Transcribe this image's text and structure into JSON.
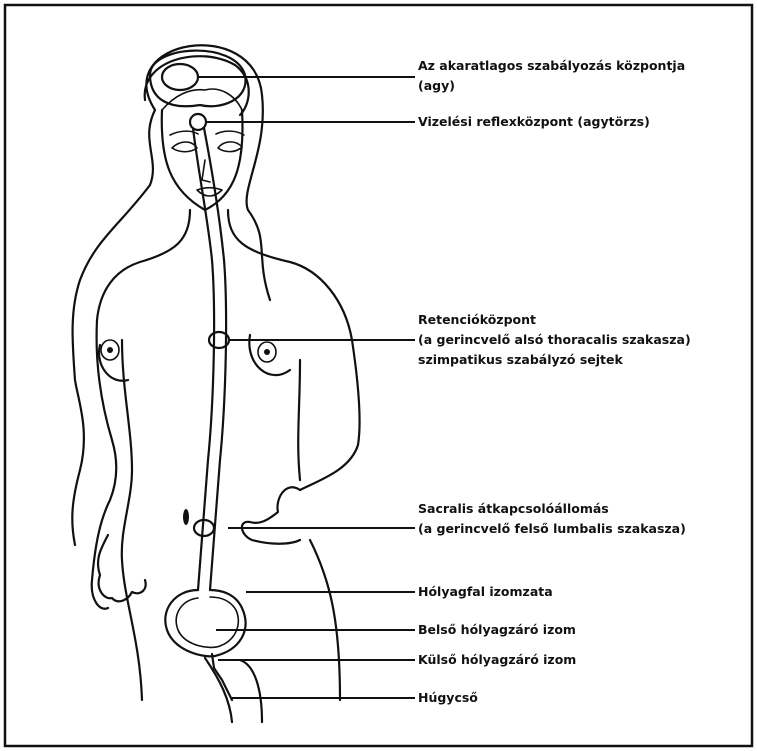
{
  "labels": {
    "brain_center_line1": "Az akaratlagos szabályozás központja",
    "brain_center_line2": "(agy)",
    "reflex_center": "Vizelési reflexközpont (agytörzs)",
    "retention_line1": "Retencióközpont",
    "retention_line2": "(a gerincvelő alsó thoracalis szakasza)",
    "retention_line3": "szimpatikus szabályzó sejtek",
    "sacral_line1": "Sacralis átkapcsolóállomás",
    "sacral_line2": "(a gerincvelő felső lumbalis szakasza)",
    "bladder_wall": "Hólyagfal izomzata",
    "inner_sphincter": "Belső hólyagzáró izom",
    "outer_sphincter": "Külső hólyagzáró izom",
    "urethra": "Húgycső"
  },
  "colors": {
    "ink": "#111111",
    "paper": "#ffffff"
  }
}
